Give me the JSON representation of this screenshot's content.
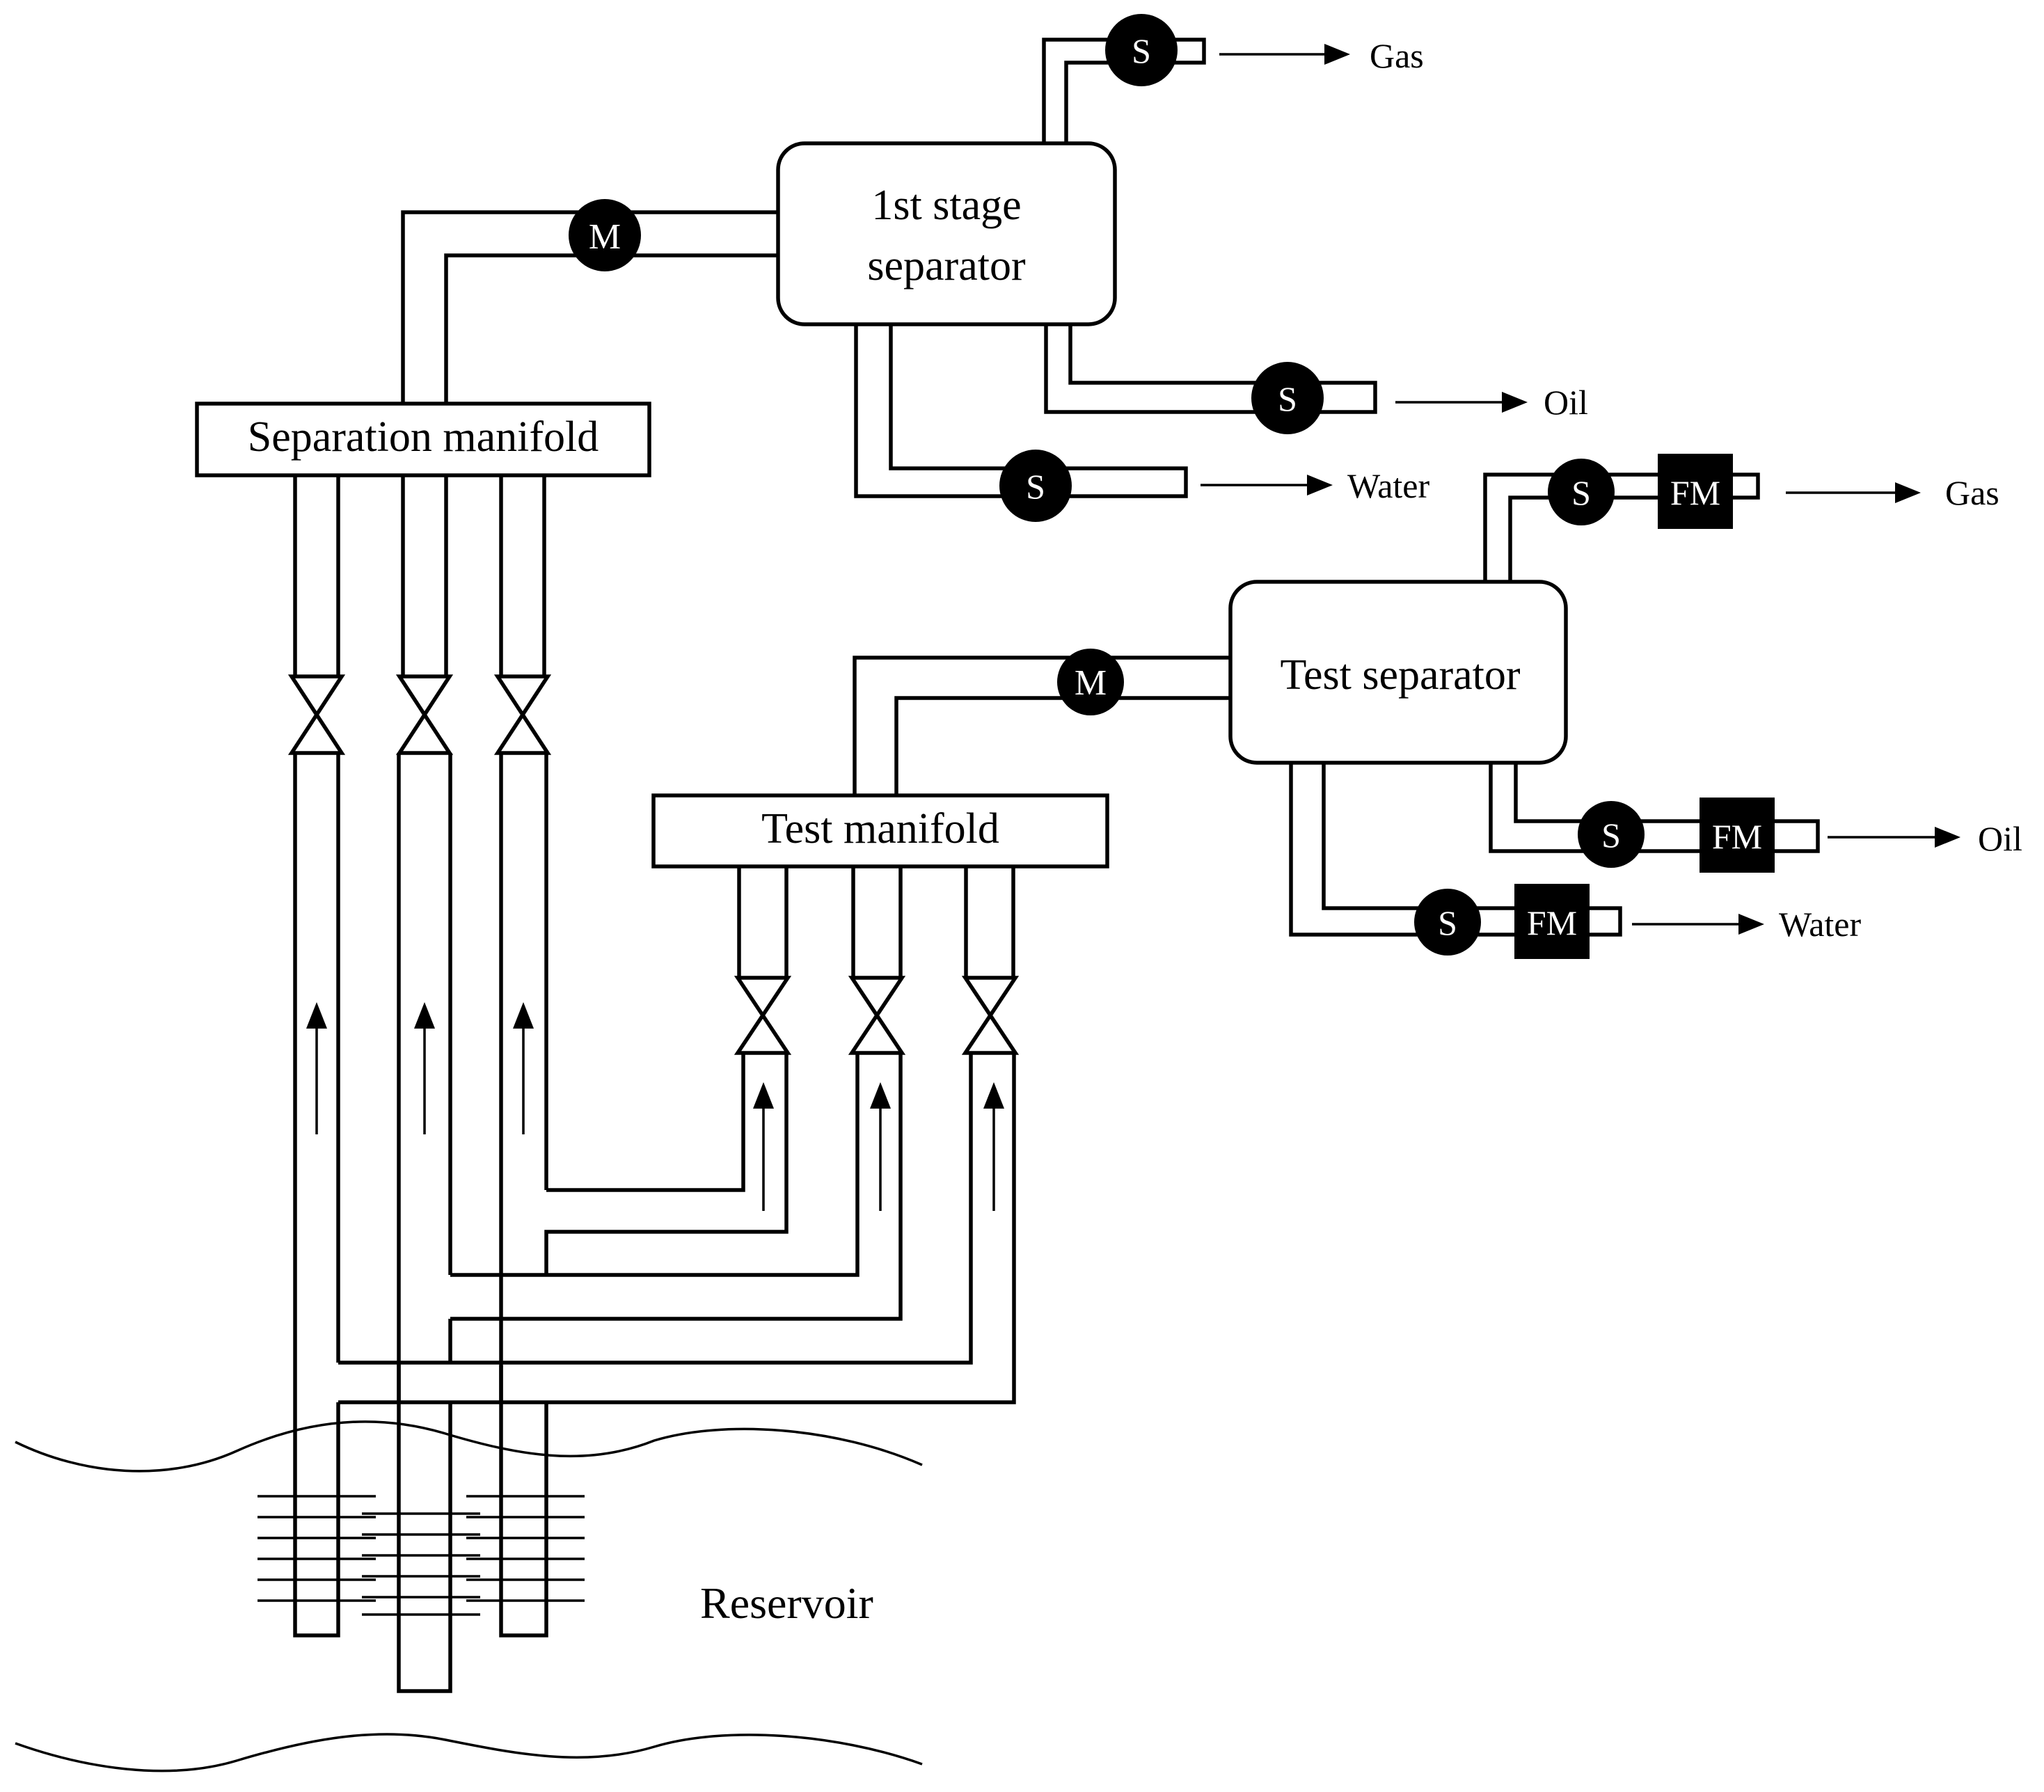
{
  "separation_manifold": {
    "label": "Separation manifold"
  },
  "test_manifold": {
    "label": "Test manifold"
  },
  "first_stage_separator": {
    "line1": "1st stage",
    "line2": "separator"
  },
  "test_separator": {
    "label": "Test separator"
  },
  "meter_label": "M",
  "sampler_label": "S",
  "flow_meter_label": "FM",
  "first_stage_outputs": {
    "gas": "Gas",
    "oil": "Oil",
    "water": "Water"
  },
  "test_outputs": {
    "gas": "Gas",
    "oil": "Oil",
    "water": "Water"
  },
  "reservoir_label": "Reservoir"
}
